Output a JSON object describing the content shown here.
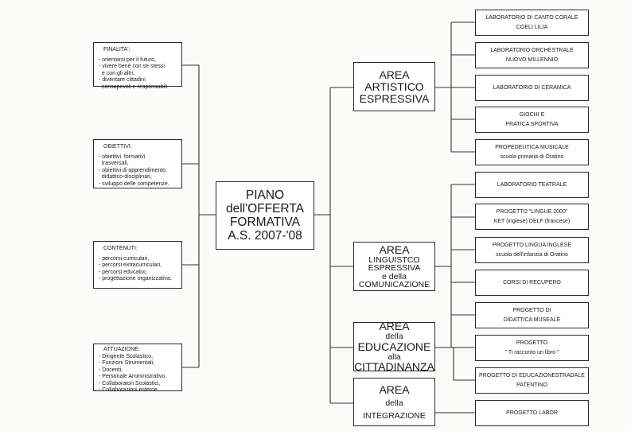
{
  "left_boxes": [
    {
      "title": "FINALITA':",
      "items": [
        "- orientarsi per il futuro,",
        "- vivere bene con se stessi",
        "  e con gli altri,",
        "- diventare cittadini",
        "  consapevoli e responsabili."
      ]
    },
    {
      "title": "OBIETTIVI:",
      "items": [
        "- obiettivi  formativi",
        "  trasversali,",
        "- obiettivi di apprendimento",
        "  didattico-disciplinari,",
        "- sviluppo delle competenze."
      ]
    },
    {
      "title": "CONTENUTI:",
      "items": [
        "- percorsi curriculari,",
        "- percorsi extracurriculari,",
        "- percorsi educativi,",
        "- progettazione organizzativa."
      ]
    },
    {
      "title": "ATTUAZIONE:",
      "items": [
        "- Dirigente Scolastico,",
        "- Funzioni Strumentali,",
        "- Docenti,",
        "- Personale Amministrativo,",
        "- Collaboratori Scolastici,",
        "- Collaborazioni esterne."
      ]
    }
  ],
  "center": {
    "lines": [
      "PIANO",
      "dell'OFFERTA",
      "FORMATIVA",
      "A.S. 2007-'08"
    ]
  },
  "areas": [
    {
      "lines": [
        "AREA",
        "ARTISTICO",
        "ESPRESSIVA"
      ]
    },
    {
      "lines": [
        "AREA",
        "LINGUISTCO",
        "ESPRESSIVA",
        "e della",
        "COMUNICAZIONE"
      ]
    },
    {
      "lines": [
        "AREA",
        "della",
        "EDUCAZIONE",
        "alla",
        "CITTADINANZA"
      ]
    },
    {
      "lines": [
        "AREA",
        "della",
        "INTEGRAZIONE"
      ]
    }
  ],
  "projects": [
    {
      "lines": [
        "LABORATORIO DI CANTO CORALE",
        "COELI LILIA"
      ]
    },
    {
      "lines": [
        "LABORATORIO ORCHESTRALE",
        "NUOVO MILLENNIO"
      ]
    },
    {
      "lines": [
        "LABORATORIO DI CERAMICA"
      ]
    },
    {
      "lines": [
        "GIOCHI E",
        "PRATICA SPORTIVA"
      ]
    },
    {
      "lines": [
        "PROPEDEUTICA MUSICALE",
        "scuola primaria di Oratino"
      ]
    },
    {
      "lines": [
        "LABORATORIO TEATRALE"
      ]
    },
    {
      "lines": [
        "PROGETTO \"LINGUE 2000\"",
        "KET (inglese) DELF (francese)"
      ]
    },
    {
      "lines": [
        "PROGETTO LINGUA INGLESE",
        "scuola dell'infanzia di Oratino"
      ]
    },
    {
      "lines": [
        "CORSI DI RECUPERO"
      ]
    },
    {
      "lines": [
        "PROGETTO DI",
        "DIDATTICA MUSEALE"
      ]
    },
    {
      "lines": [
        "PROGETTO",
        "\" Ti racconto un libro \""
      ]
    },
    {
      "lines": [
        "PROGETTO DI EDUCAZIONESTRADALE",
        "PATENTINO"
      ]
    },
    {
      "lines": [
        "PROGETTO LABOR"
      ]
    }
  ]
}
